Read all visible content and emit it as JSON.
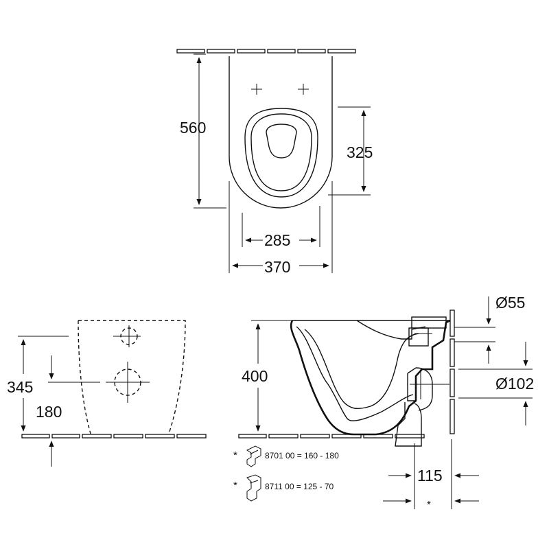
{
  "top_view": {
    "length_label": "560",
    "seat_length_label": "325",
    "inner_width_label": "285",
    "overall_width_label": "370"
  },
  "front_view": {
    "fixing_height_label": "345",
    "lower_fixing_label": "180"
  },
  "side_view": {
    "height_label": "400",
    "inlet_diameter_label": "Ø55",
    "outlet_diameter_label": "Ø102",
    "outlet_offset_label": "115",
    "adjustable_marker": "*"
  },
  "notes": [
    {
      "marker": "*",
      "text": "8701 00 = 160 - 180"
    },
    {
      "marker": "*",
      "text": "8711 00 = 125 - 70"
    }
  ]
}
